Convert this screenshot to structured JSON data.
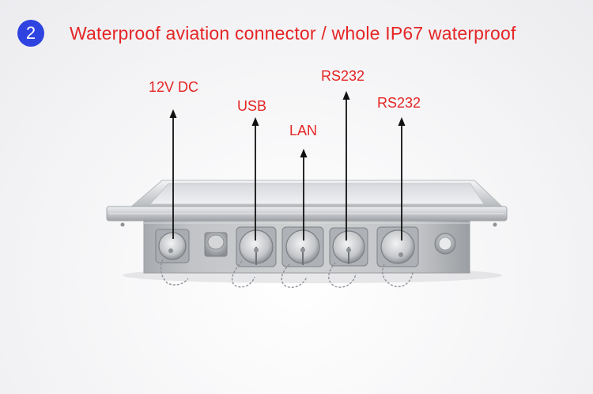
{
  "header": {
    "step_number": "2",
    "title": "Waterproof aviation connector / whole IP67 waterproof"
  },
  "ports": [
    {
      "label": "12V DC"
    },
    {
      "label": "USB"
    },
    {
      "label": "LAN"
    },
    {
      "label": "RS232"
    },
    {
      "label": "RS232"
    }
  ],
  "colors": {
    "accent_text": "#e52525",
    "badge_bg": "#2f43e0",
    "arrow": "#111111"
  }
}
